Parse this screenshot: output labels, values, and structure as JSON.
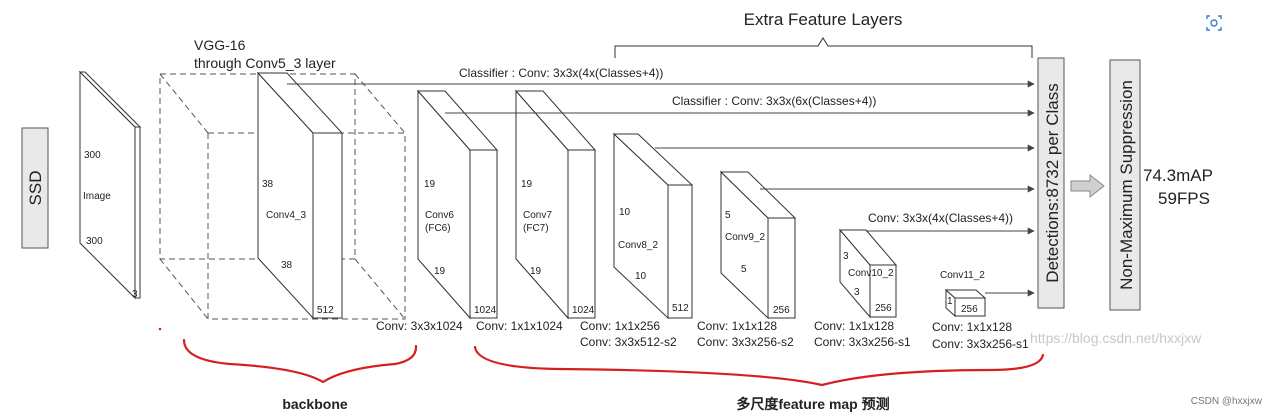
{
  "ssd_label": "SSD",
  "backbone_title_1": "VGG-16",
  "backbone_title_2": "through Conv5_3 layer",
  "extra_title": "Extra Feature Layers",
  "image_block": {
    "dim1": "300",
    "name": "Image",
    "dim2": "300",
    "depth": "3"
  },
  "conv4_block": {
    "dim1": "38",
    "name": "Conv4_3",
    "dim2": "38",
    "depth": "512"
  },
  "conv6_block": {
    "dim1": "19",
    "name1": "Conv6",
    "name2": "(FC6)",
    "dim2": "19",
    "depth": "1024"
  },
  "conv7_block": {
    "dim1": "19",
    "name1": "Conv7",
    "name2": "(FC7)",
    "dim2": "19",
    "depth": "1024"
  },
  "conv8_block": {
    "dim1": "10",
    "name": "Conv8_2",
    "dim2": "10",
    "depth": "512"
  },
  "conv9_block": {
    "dim1": "5",
    "name": "Conv9_2",
    "dim2": "5",
    "depth": "256"
  },
  "conv10_block": {
    "dim1": "3",
    "name": "Conv10_2",
    "dim2": "3",
    "depth": "256"
  },
  "conv11_block": {
    "dim1": "1",
    "name": "Conv11_2",
    "depth": "256"
  },
  "classifier_1": "Classifier : Conv: 3x3x(4x(Classes+4))",
  "classifier_2": "Classifier : Conv: 3x3x(6x(Classes+4))",
  "classifier_3": "Conv: 3x3x(4x(Classes+4))",
  "conv_labels": {
    "c1": "Conv: 3x3x1024",
    "c2": "Conv: 1x1x1024",
    "c3a": "Conv: 1x1x256",
    "c3b": "Conv:  3x3x512-s2",
    "c4a": "Conv: 1x1x128",
    "c4b": "Conv: 3x3x256-s2",
    "c5a": "Conv: 1x1x128",
    "c5b": "Conv: 3x3x256-s1",
    "c6a": "Conv: 1x1x128",
    "c6b": "Conv: 3x3x256-s1"
  },
  "detections_label": "Detections:8732 per Class",
  "nms_label": "Non-Maximum Suppression",
  "result_map": "74.3mAP",
  "result_fps": "59FPS",
  "annotation_backbone": "backbone",
  "annotation_multiscale": "多尺度feature map 预测",
  "watermark": "https://blog.csdn.net/hxxjxw",
  "corner_credit": "CSDN @hxxjxw",
  "colors": {
    "annotation_red": "#d62020",
    "panel_gray": "#e9e9e9",
    "icon_blue": "#3a7bd5"
  },
  "icons": {
    "top_right": "screenshot-scan-icon"
  }
}
